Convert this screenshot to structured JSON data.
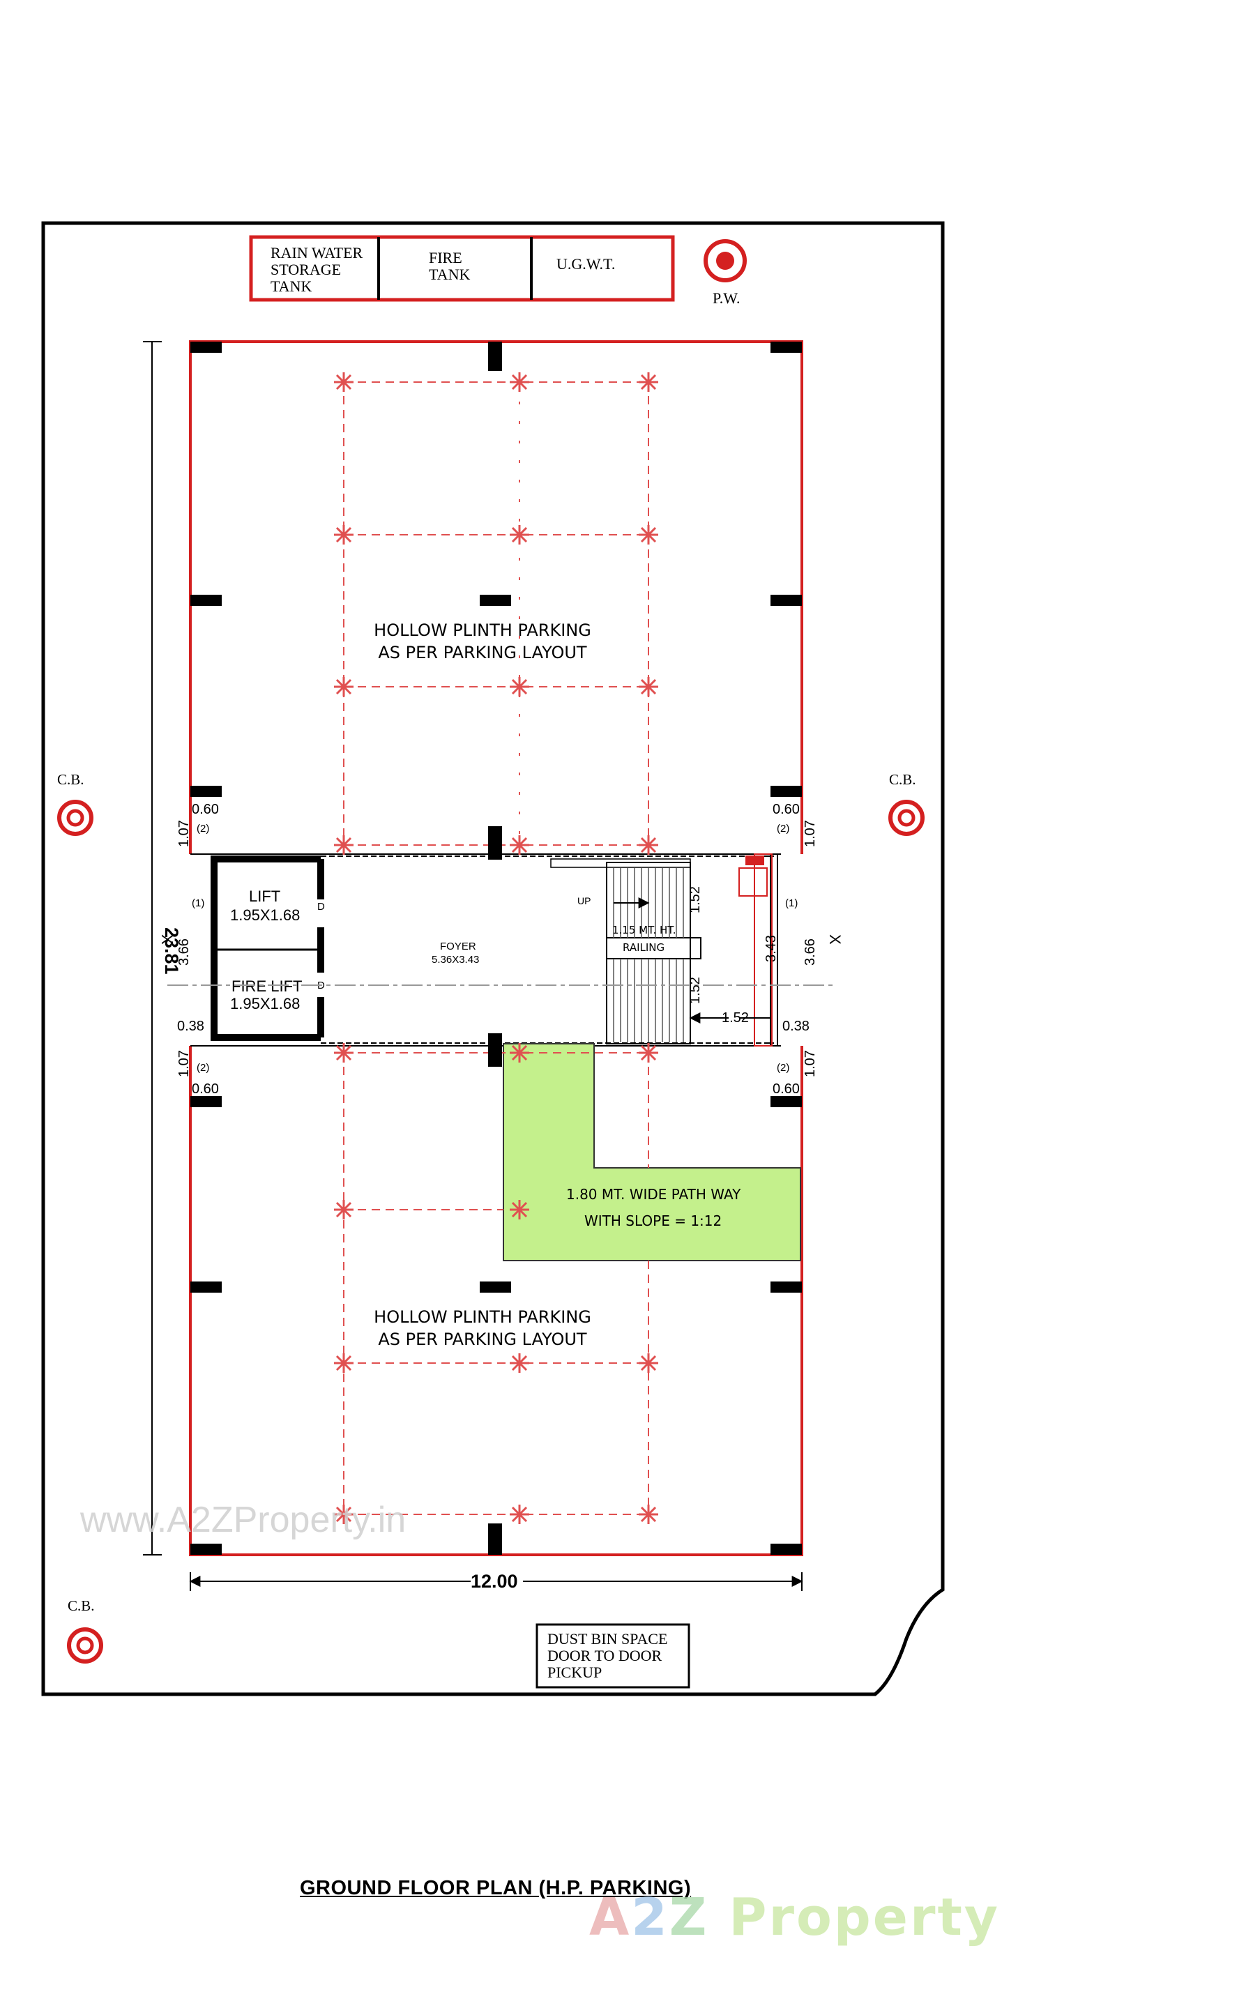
{
  "tanks": {
    "rain_water": [
      "RAIN WATER",
      "STORAGE",
      "TANK"
    ],
    "fire": [
      "FIRE",
      "TANK"
    ],
    "ugwt": "U.G.W.T."
  },
  "pw_label": "P.W.",
  "cb_label": "C.B.",
  "parking_top": [
    "HOLLOW PLINTH PARKING",
    "AS PER PARKING LAYOUT"
  ],
  "parking_bottom": [
    "HOLLOW PLINTH PARKING",
    "AS PER PARKING LAYOUT"
  ],
  "lift": {
    "label": "LIFT",
    "size": "1.95X1.68"
  },
  "fire_lift": {
    "label": "FIRE LIFT",
    "size": "1.95X1.68"
  },
  "door_marker": "D",
  "foyer": {
    "label": "FOYER",
    "size": "5.36X3.43"
  },
  "stair": {
    "up": "UP",
    "railing_ht": "1.15 MT. HT.",
    "railing": "RAILING"
  },
  "path_way": [
    "1.80 MT. WIDE PATH WAY",
    "WITH SLOPE = 1:12"
  ],
  "dims": {
    "overall_width": "12.00",
    "overall_length": "23.81",
    "d060": "0.60",
    "d107": "1.07",
    "d366": "3.66",
    "d038": "0.38",
    "d152": "1.52",
    "d343": "3.43",
    "mark1": "(1)",
    "mark2": "(2)",
    "section_left": "X",
    "section_right": "X"
  },
  "dustbin": [
    "DUST BIN SPACE",
    "DOOR TO DOOR",
    "PICKUP"
  ],
  "title": "GROUND FLOOR PLAN (H.P. PARKING)",
  "watermark": "www.A2ZProperty.in",
  "brand": {
    "a": "A",
    "two": "2",
    "z": "Z",
    "rest": " Property"
  },
  "colors": {
    "wall": "#d42020",
    "column": "#000000",
    "grid": "#e05050",
    "ramp": "#c4f08c"
  },
  "icons": {
    "well": "target-icon",
    "column_marker": "column-cross-icon"
  }
}
